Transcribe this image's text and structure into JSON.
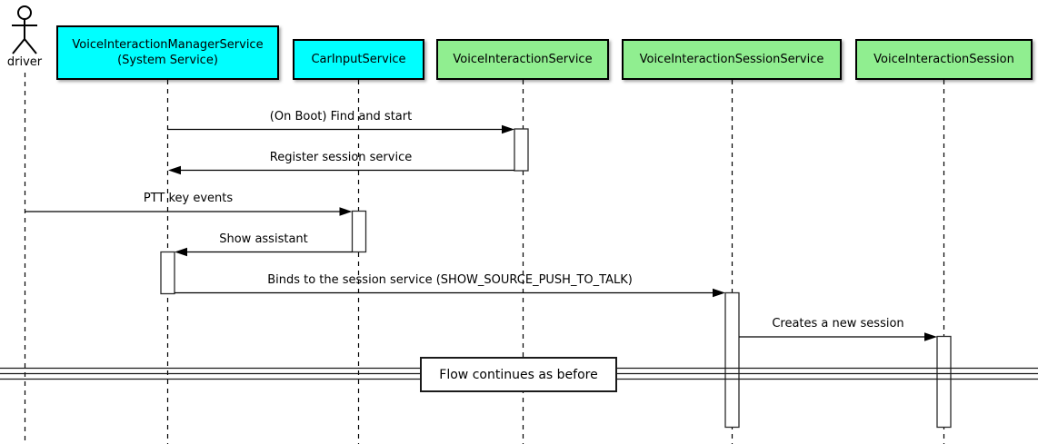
{
  "diagram": {
    "type": "uml-sequence-diagram",
    "background_color": "#FFFFFF",
    "line_color": "#000000",
    "actor": {
      "label": "driver"
    },
    "participants": [
      {
        "name": "VoiceInteractionManagerService (System Service)",
        "line1": "VoiceInteractionManagerService",
        "line2": "(System Service)",
        "color": "#00FFFF"
      },
      {
        "name": "CarInputService",
        "line1": "CarInputService",
        "color": "#00FFFF"
      },
      {
        "name": "VoiceInteractionService",
        "line1": "VoiceInteractionService",
        "color": "#90EE90"
      },
      {
        "name": "VoiceInteractionSessionService",
        "line1": "VoiceInteractionSessionService",
        "color": "#90EE90"
      },
      {
        "name": "VoiceInteractionSession",
        "line1": "VoiceInteractionSession",
        "color": "#90EE90"
      }
    ],
    "messages": [
      {
        "label": "(On Boot) Find and start",
        "from": "VoiceInteractionManagerService (System Service)",
        "to": "VoiceInteractionService"
      },
      {
        "label": "Register session service",
        "from": "VoiceInteractionService",
        "to": "VoiceInteractionManagerService (System Service)"
      },
      {
        "label": "PTT key events",
        "from": "driver",
        "to": "CarInputService"
      },
      {
        "label": "Show assistant",
        "from": "CarInputService",
        "to": "VoiceInteractionManagerService (System Service)"
      },
      {
        "label": "Binds to the session service (SHOW_SOURCE_PUSH_TO_TALK)",
        "from": "VoiceInteractionManagerService (System Service)",
        "to": "VoiceInteractionSessionService"
      },
      {
        "label": "Creates a new session",
        "from": "VoiceInteractionSessionService",
        "to": "VoiceInteractionSession"
      }
    ],
    "divider": {
      "label": "Flow continues as before"
    }
  }
}
